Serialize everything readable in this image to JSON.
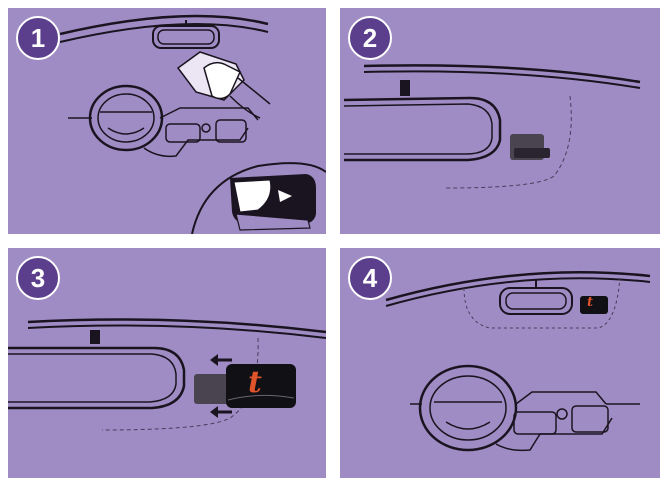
{
  "steps": [
    {
      "number": "1"
    },
    {
      "number": "2"
    },
    {
      "number": "3"
    },
    {
      "number": "4"
    }
  ],
  "tag_letter": "t",
  "colors": {
    "panel_bg": "#a08cc4",
    "badge_bg": "#5b3f8c",
    "line": "#1a1420",
    "tag_accent": "#e0542c"
  }
}
